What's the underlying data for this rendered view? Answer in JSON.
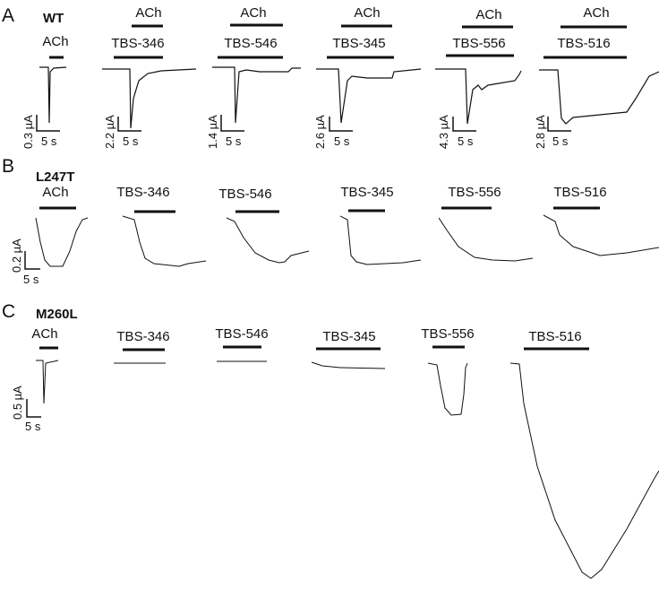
{
  "panels": [
    {
      "letter": "A",
      "genotype": "WT",
      "scale_time": "5 s",
      "scales": [
        "0.3 µA",
        "2.2 µA",
        "1.4 µA",
        "2.6 µA",
        "4.3 µA",
        "2.8 µA"
      ],
      "drug_labels": [
        "ACh",
        "TBS-346",
        "TBS-546",
        "TBS-345",
        "TBS-556",
        "TBS-516"
      ],
      "coapp_label": "ACh"
    },
    {
      "letter": "B",
      "genotype": "L247T",
      "scale_current": "0.2 µA",
      "scale_time": "5 s",
      "drug_labels": [
        "ACh",
        "TBS-346",
        "TBS-546",
        "TBS-345",
        "TBS-556",
        "TBS-516"
      ]
    },
    {
      "letter": "C",
      "genotype": "M260L",
      "scale_current": "0.5 µA",
      "scale_time": "5 s",
      "drug_labels": [
        "ACh",
        "TBS-346",
        "TBS-546",
        "TBS-345",
        "TBS-556",
        "TBS-516"
      ]
    }
  ]
}
